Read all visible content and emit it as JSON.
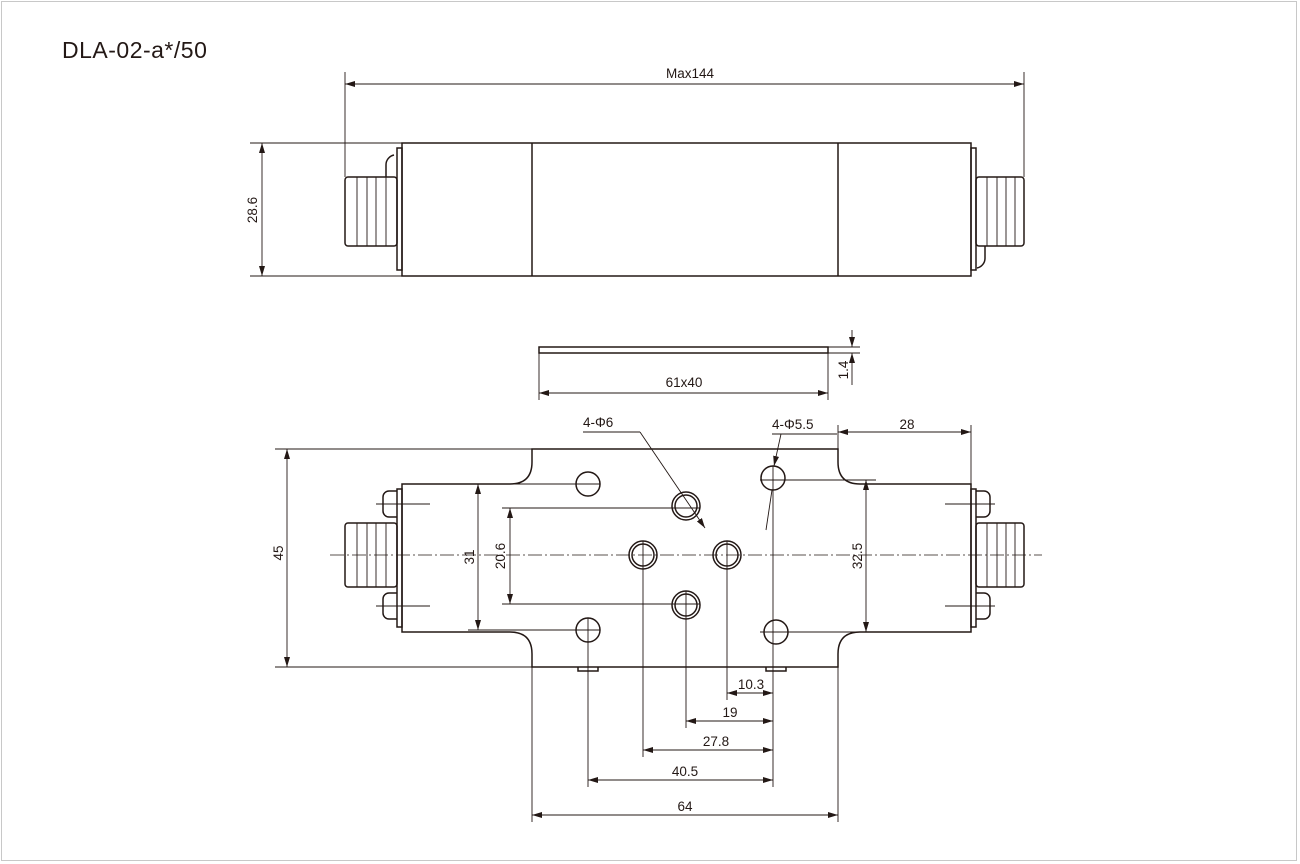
{
  "title": "DLA-02-a*/50",
  "top_view": {
    "length_label": "Max144",
    "height_label": "28.6"
  },
  "plate_view": {
    "size_label": "61x40",
    "thickness_label": "1.4"
  },
  "bottom_view": {
    "width_label": "45",
    "hole_spacing_31": "31",
    "hole_spacing_20_6": "20.6",
    "hole_spacing_32_5": "32.5",
    "flange_offset": "28",
    "hole_label_6": "4-Φ6",
    "hole_label_5_5": "4-Φ5.5",
    "dim_10_3": "10.3",
    "dim_19": "19",
    "dim_27_8": "27.8",
    "dim_40_5": "40.5",
    "dim_64": "64"
  }
}
